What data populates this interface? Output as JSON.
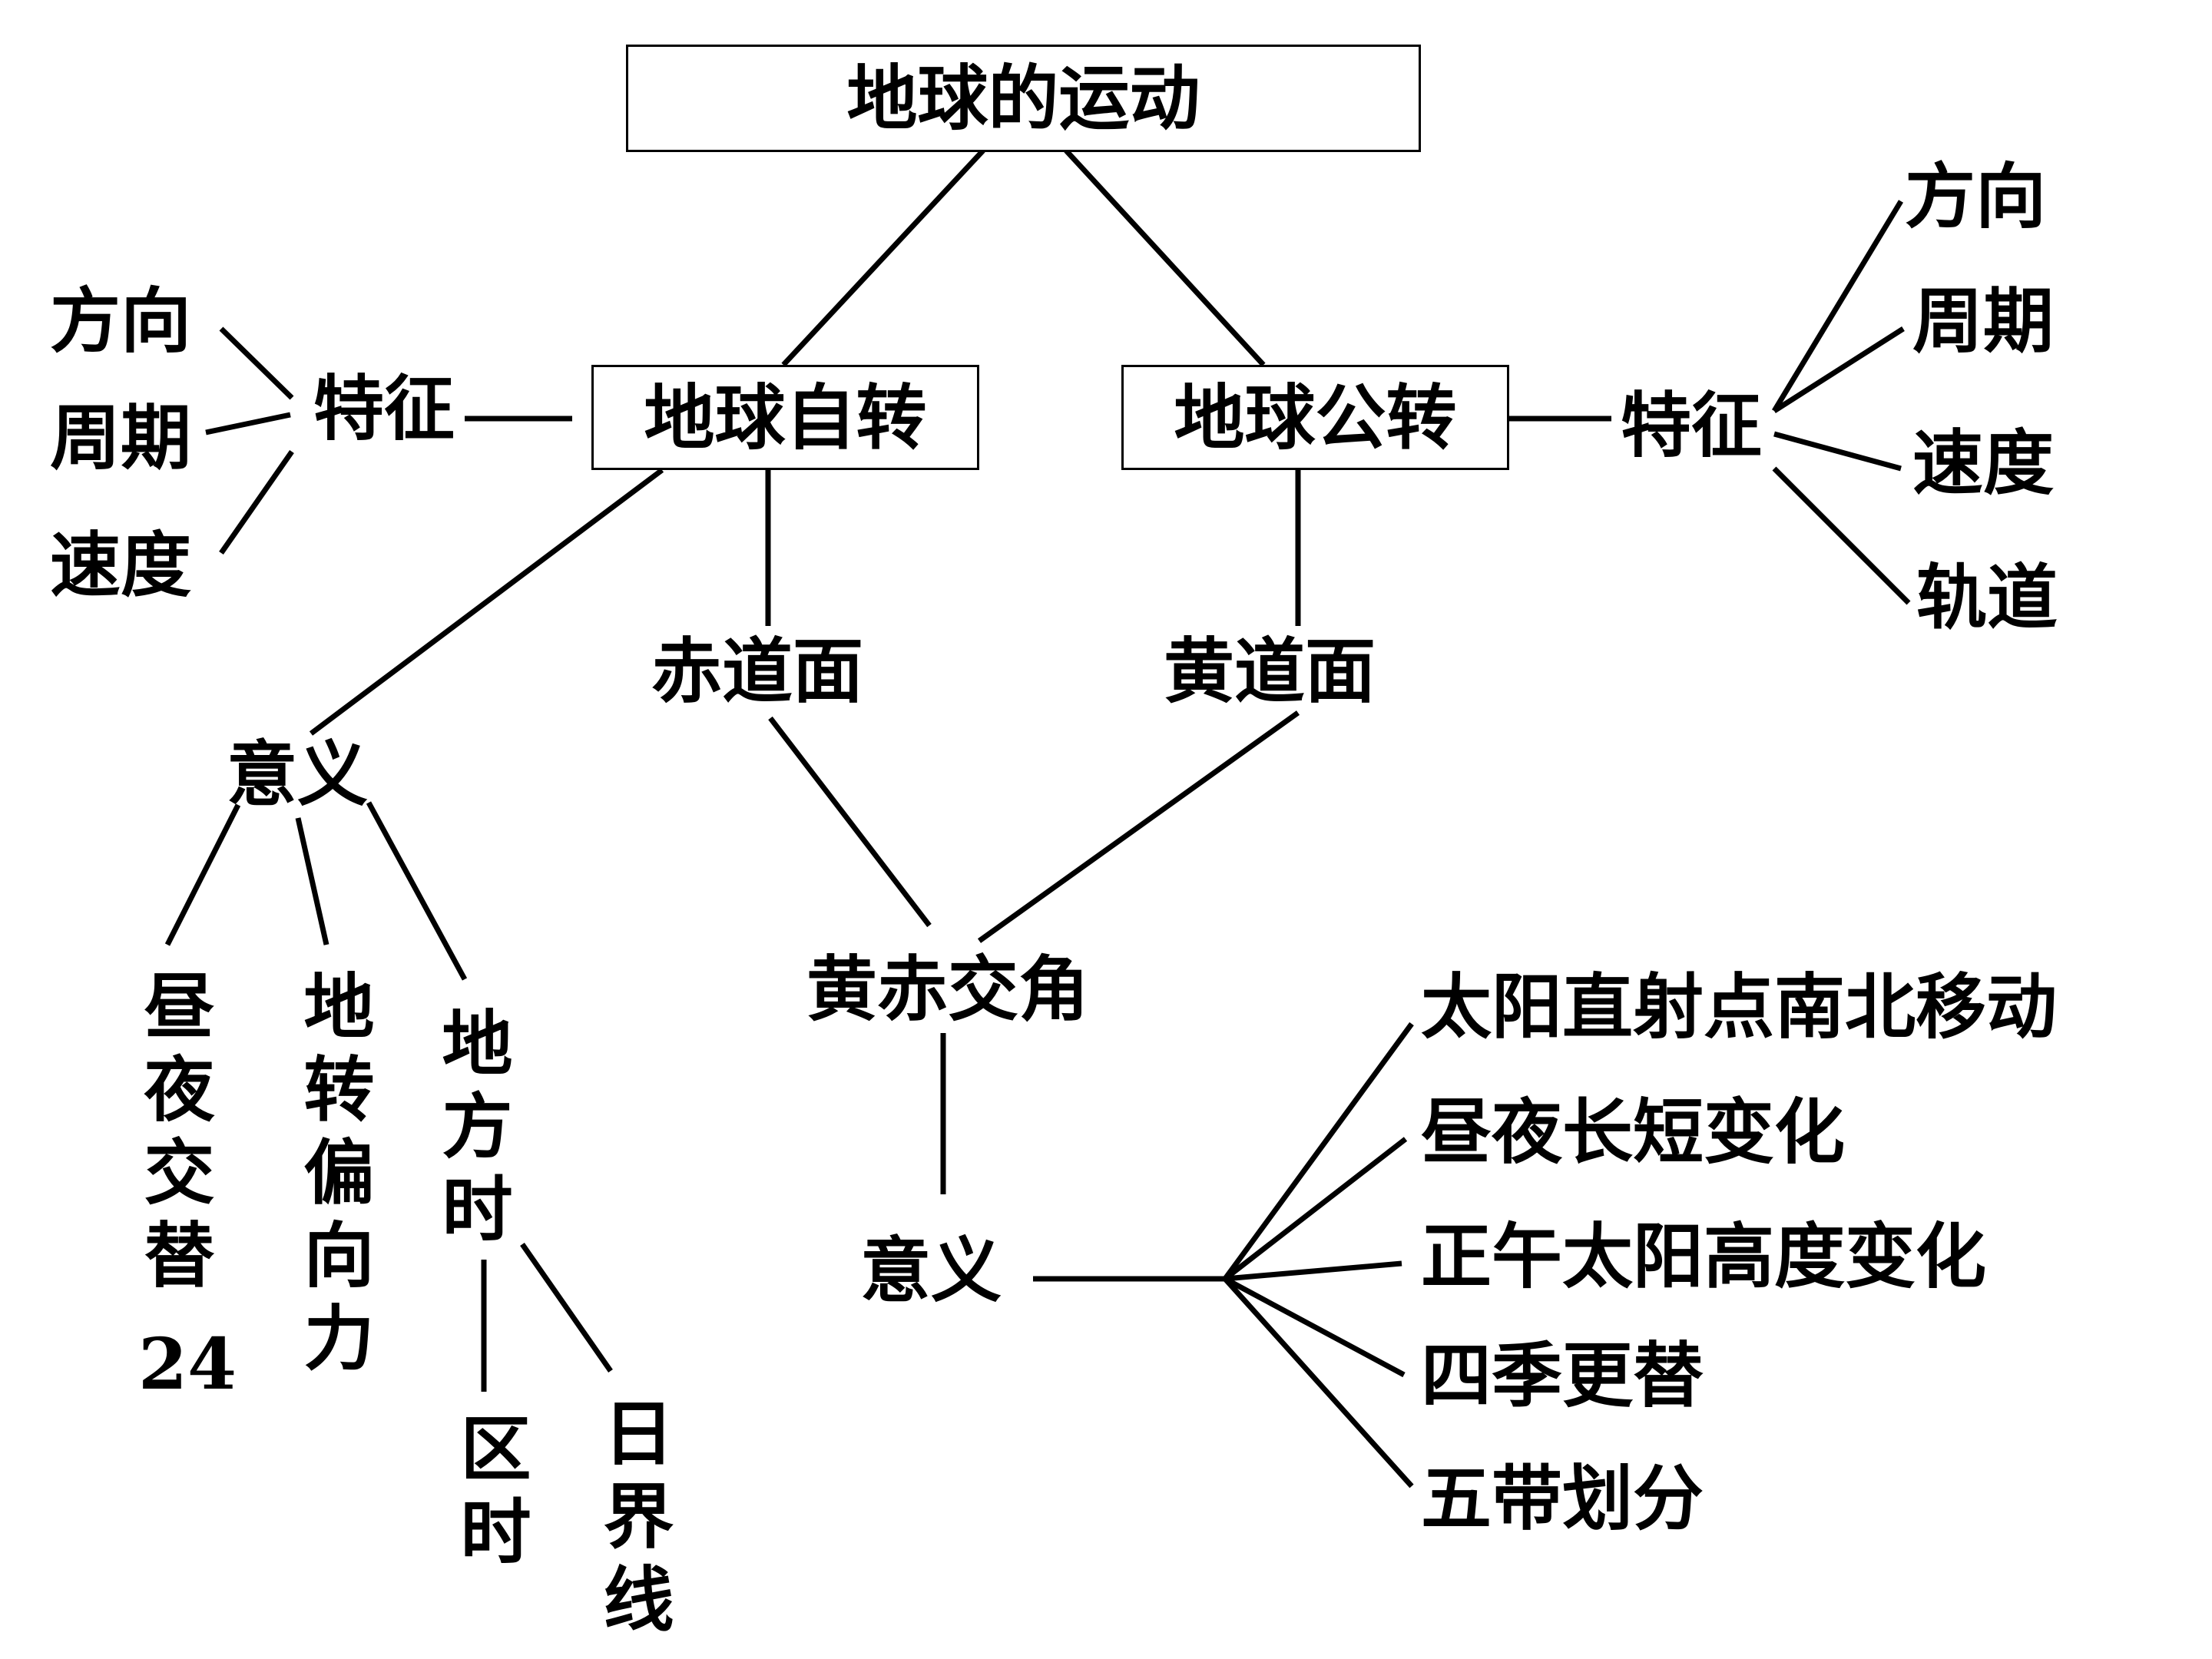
{
  "root": {
    "title": "地球的运动"
  },
  "rotation": {
    "title": "地球自转",
    "feature_label": "特征",
    "features": [
      "方向",
      "周期",
      "速度"
    ],
    "plane": "赤道面",
    "meaning_label": "意义",
    "meanings": {
      "day_night": "昼夜交替",
      "day_night_extra": "24",
      "deflection": "地转偏向力",
      "local_time": "地方时",
      "zone_time": "区时",
      "date_line": "日界线"
    }
  },
  "revolution": {
    "title": "地球公转",
    "feature_label": "特征",
    "features": [
      "方向",
      "周期",
      "速度",
      "轨道"
    ],
    "plane": "黄道面"
  },
  "obliquity": {
    "title": "黄赤交角",
    "meaning_label": "意义",
    "meanings": [
      "太阳直射点南北移动",
      "昼夜长短变化",
      "正午太阳高度变化",
      "四季更替",
      "五带划分"
    ]
  }
}
